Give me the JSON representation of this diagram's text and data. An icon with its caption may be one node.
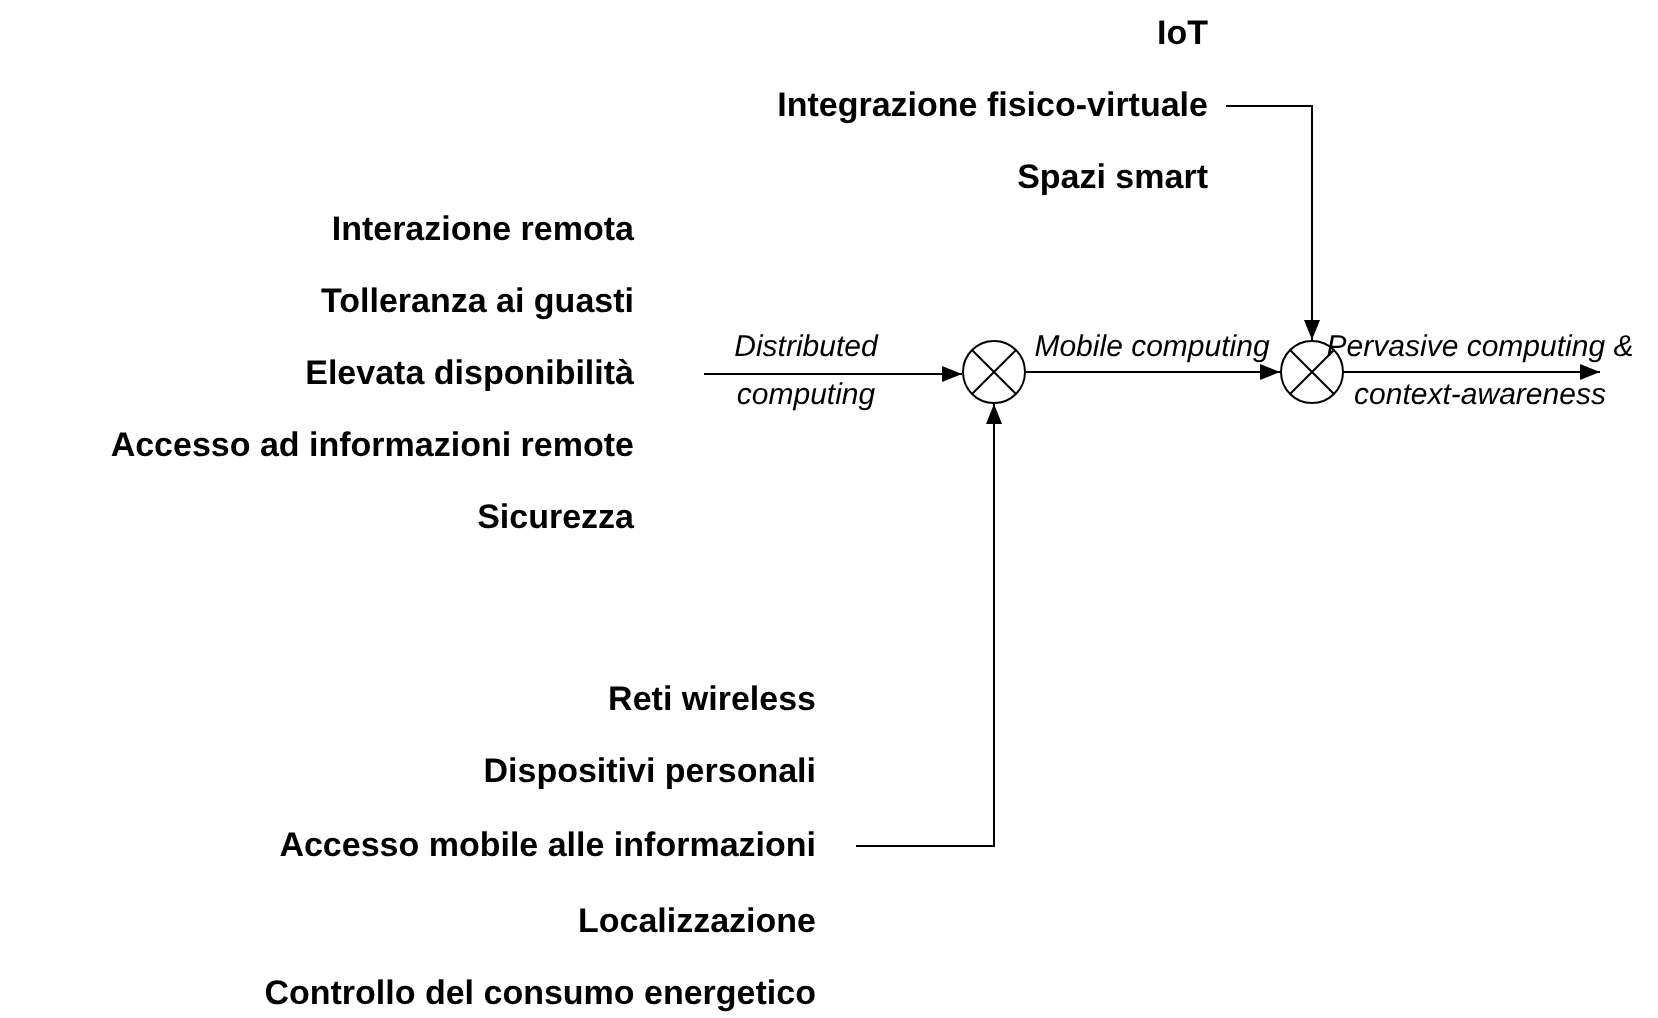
{
  "diagram": {
    "nodes": [
      {
        "text": [
          "Interazione remota",
          "Tolleranza ai guasti",
          "Elevata disponibilità",
          "Accesso ad informazioni remote",
          "Sicurezza"
        ]
      },
      {
        "text": [
          "IoT"
        ]
      },
      {
        "text": [
          "Integrazione fisico-virtuale"
        ]
      },
      {
        "text": [
          "Spazi smart"
        ]
      },
      {
        "text": [
          "Reti wireless"
        ]
      },
      {
        "text": [
          "Dispositivi personali"
        ]
      },
      {
        "text": [
          "Accesso mobile alle informazioni"
        ]
      },
      {
        "text": [
          "Localizzazione"
        ]
      },
      {
        "text": [
          "Controllo del consumo energetico"
        ]
      },
      {
        "text": [],
        "shape": "circle"
      },
      {
        "text": [],
        "shape": "circle"
      }
    ],
    "edges": [
      {
        "from": 0,
        "to": 9,
        "arrow": "to",
        "label": "Distributed computing"
      },
      {
        "from": 9,
        "to": 10,
        "arrow": "to",
        "label": "Mobile computing"
      },
      {
        "from": 10,
        "to": null,
        "arrow": "to",
        "label": "Pervasive computing & context-awareness"
      },
      {
        "from": 2,
        "to": 10,
        "arrow": "to"
      },
      {
        "from": 6,
        "to": 9,
        "arrow": "to"
      }
    ]
  }
}
